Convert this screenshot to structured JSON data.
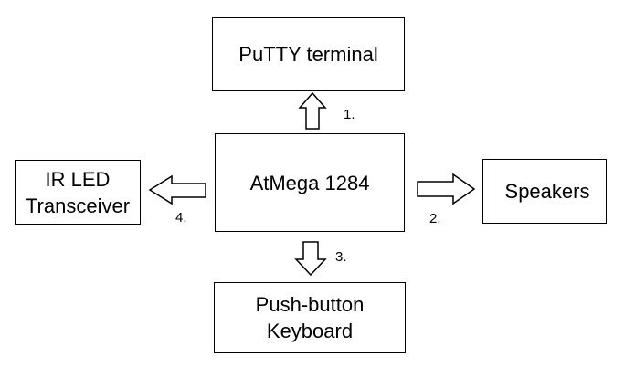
{
  "diagram": {
    "nodes": {
      "putty": "PuTTY terminal",
      "atmega": "AtMega 1284",
      "ir": "IR LED\nTransceiver",
      "speakers": "Speakers",
      "keyboard": "Push-button\nKeyboard"
    },
    "edges": [
      {
        "from": "atmega",
        "to": "putty",
        "label": "1."
      },
      {
        "from": "atmega",
        "to": "speakers",
        "label": "2."
      },
      {
        "from": "atmega",
        "to": "keyboard",
        "label": "3."
      },
      {
        "from": "atmega",
        "to": "ir",
        "label": "4."
      }
    ],
    "colors": {
      "stroke": "#000000",
      "fill": "#ffffff",
      "background": "#ffffff"
    }
  }
}
